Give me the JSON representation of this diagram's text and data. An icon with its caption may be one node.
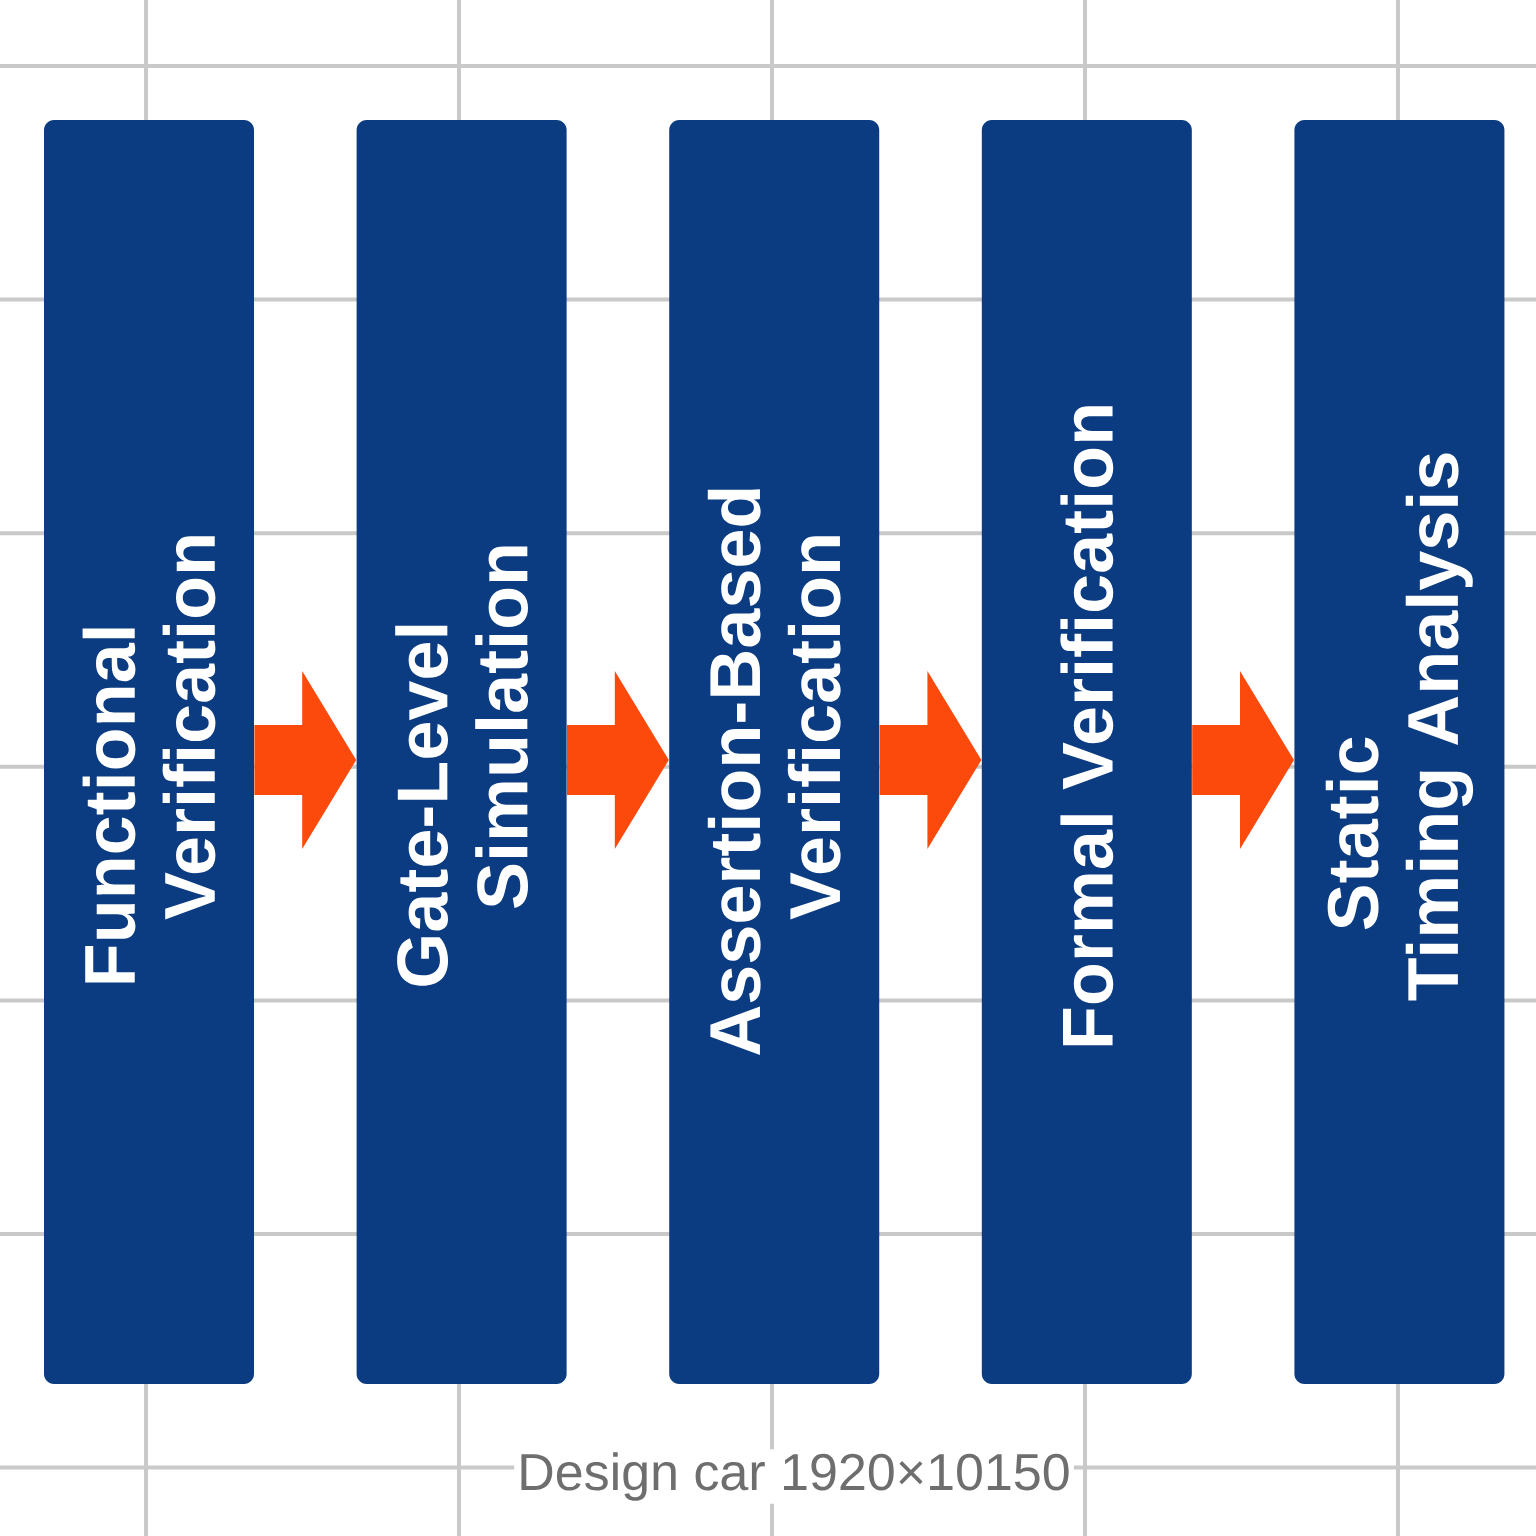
{
  "diagram": {
    "caption": "Design car 1920×10150",
    "nodes": [
      {
        "text": [
          "Functional Verification"
        ]
      },
      {
        "text": [
          "Gate-Level Simulation"
        ]
      },
      {
        "text": [
          "Assertion-Based Verification"
        ]
      },
      {
        "text": [
          "Formal Verification"
        ]
      },
      {
        "text": [
          "Static Timing Analysis"
        ]
      }
    ],
    "edges": [
      {
        "from": 0,
        "to": 1,
        "arrow": "to"
      },
      {
        "from": 1,
        "to": 2,
        "arrow": "to"
      },
      {
        "from": 2,
        "to": 3,
        "arrow": "to"
      },
      {
        "from": 3,
        "to": 4,
        "arrow": "to"
      }
    ]
  }
}
